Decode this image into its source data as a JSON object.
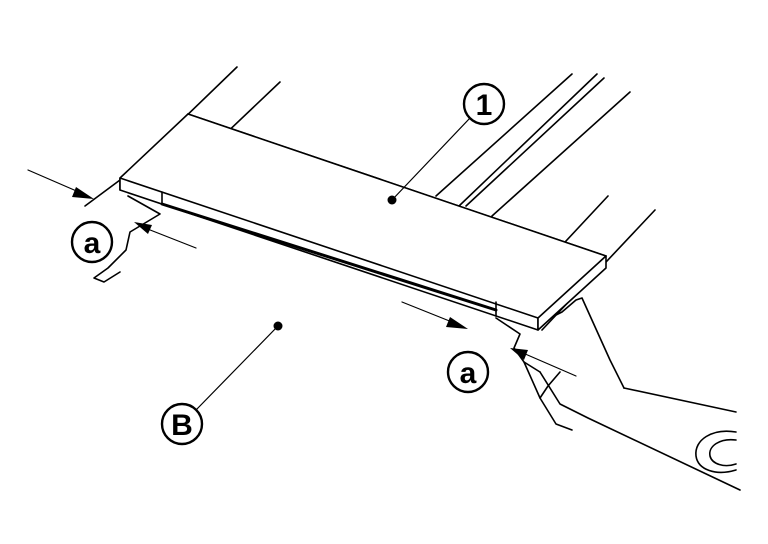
{
  "callouts": {
    "part_1": {
      "label": "1"
    },
    "part_b": {
      "label": "B"
    },
    "clearance_left": {
      "label": "a"
    },
    "clearance_right": {
      "label": "a"
    }
  }
}
